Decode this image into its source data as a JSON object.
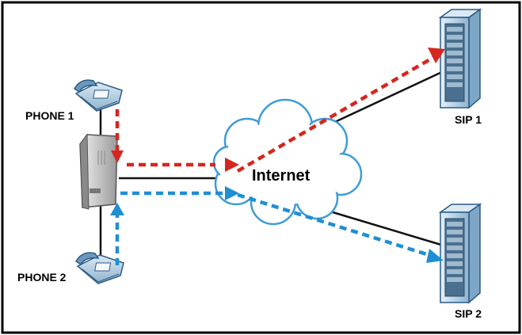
{
  "labels": {
    "phone1": "PHONE 1",
    "phone2": "PHONE 2",
    "internet": "Internet",
    "sip1": "SIP 1",
    "sip2": "SIP 2"
  },
  "colors": {
    "frame": "#000000",
    "wire": "#111111",
    "red_flow": "#d7261e",
    "blue_flow": "#1f8fd3",
    "cloud_fill": "#ffffff",
    "cloud_edge": "#3e9bd6",
    "server_body": "#bcd6ea",
    "router_body": "#d3d3d3",
    "phone_body": "#a9c7dd"
  },
  "icons": {
    "phone": "desk-phone-icon",
    "router": "voip-adapter-icon",
    "cloud": "cloud-icon",
    "server": "server-rack-icon"
  }
}
